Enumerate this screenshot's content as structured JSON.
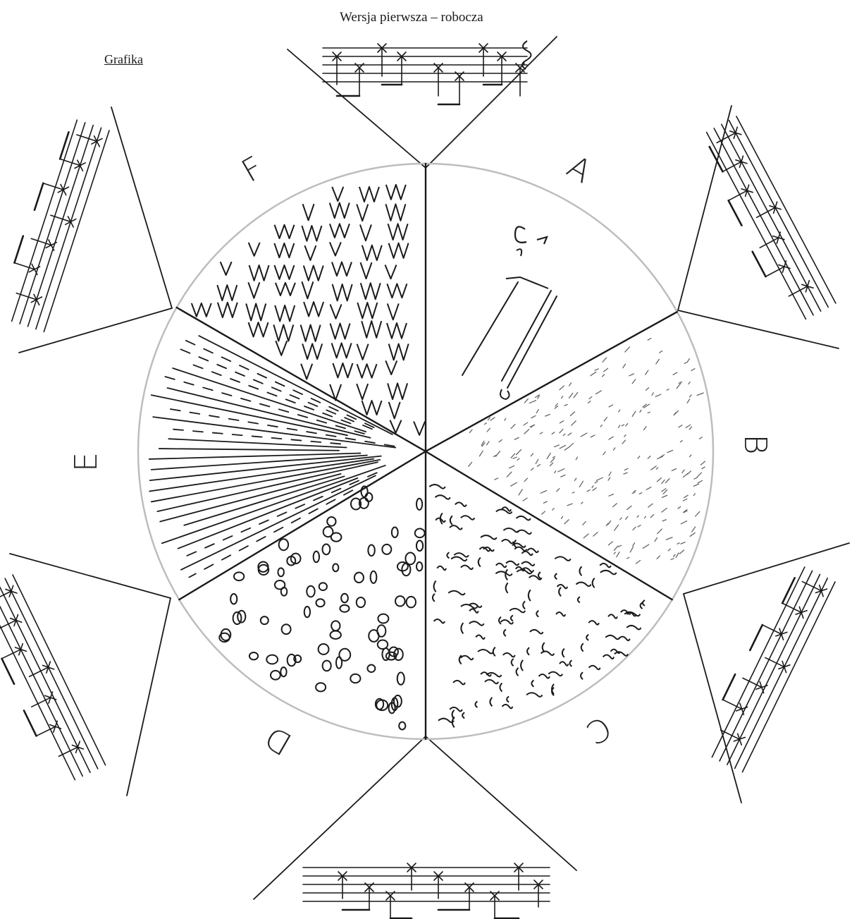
{
  "page_title": "Wersja pierwsza – robocza",
  "section_label": "Grafika",
  "segments": [
    {
      "letter": "A",
      "texture": "sparse-strokes"
    },
    {
      "letter": "B",
      "texture": "dots"
    },
    {
      "letter": "C",
      "texture": "squiggles"
    },
    {
      "letter": "D",
      "texture": "loops"
    },
    {
      "letter": "E",
      "texture": "radiating-lines"
    },
    {
      "letter": "F",
      "texture": "zigzags"
    }
  ],
  "ink_color": "#1a1a1a",
  "circle_color": "#bdbdbd"
}
